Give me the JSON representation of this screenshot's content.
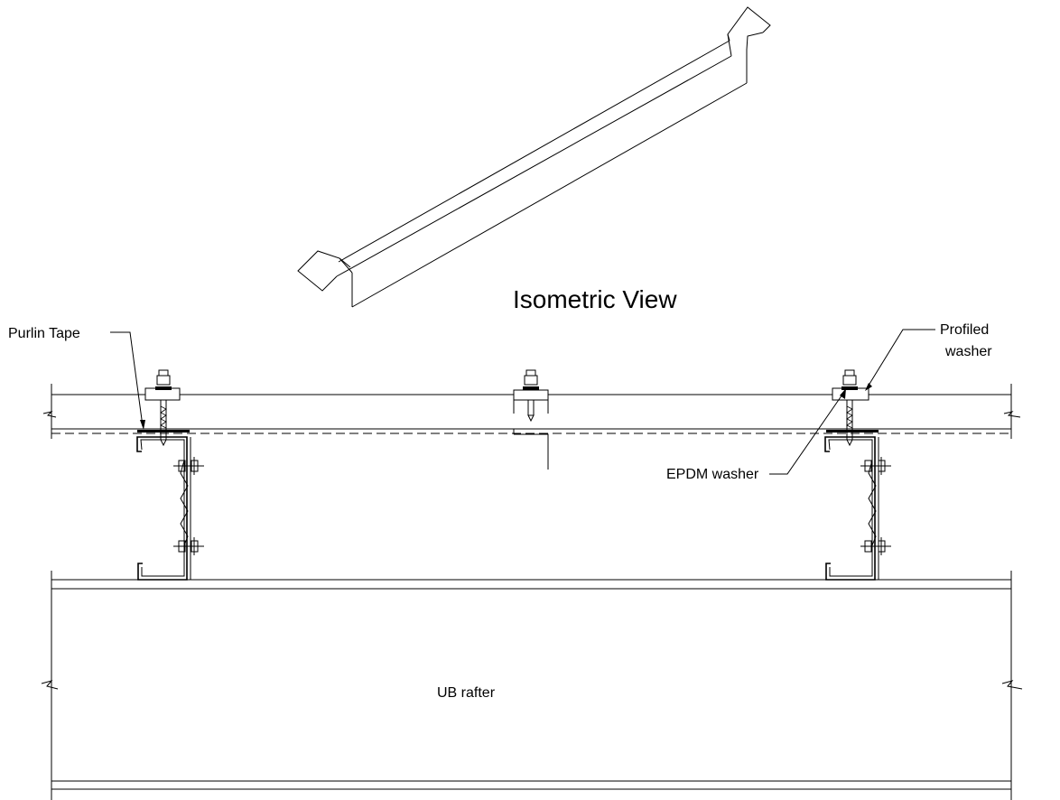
{
  "view_title": "Isometric View",
  "labels": {
    "purlin_tape": "Purlin Tape",
    "profiled_washer_line1": "Profiled",
    "profiled_washer_line2": "washer",
    "epdm_washer": "EPDM washer",
    "rafter": "UB rafter"
  },
  "colors": {
    "line": "#000000",
    "background": "#ffffff"
  }
}
